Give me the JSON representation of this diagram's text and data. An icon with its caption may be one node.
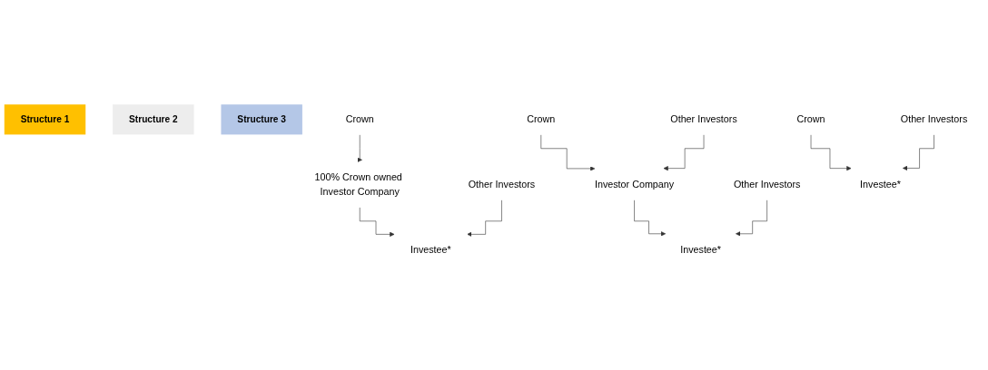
{
  "diagram": {
    "nodes": [
      {
        "text": [
          "Structure 1"
        ]
      },
      {
        "text": [
          "Structure 2"
        ]
      },
      {
        "text": [
          "Structure 3"
        ]
      },
      {
        "text": [
          "Crown"
        ]
      },
      {
        "text": [
          "100% Crown owned Investor Company"
        ]
      },
      {
        "text": [
          "Other Investors"
        ]
      },
      {
        "text": [
          "Investee*"
        ]
      },
      {
        "text": [
          "Crown"
        ]
      },
      {
        "text": [
          "Other Investors"
        ]
      },
      {
        "text": [
          "Investor Company"
        ]
      },
      {
        "text": [
          "Other Investors"
        ]
      },
      {
        "text": [
          "Investee*"
        ]
      },
      {
        "text": [
          "Crown"
        ]
      },
      {
        "text": [
          "Other Investors"
        ]
      },
      {
        "text": [
          "Investee*"
        ]
      }
    ],
    "edges": [
      {
        "from": 3,
        "to": 4,
        "arrow": "to"
      },
      {
        "from": 4,
        "to": 6,
        "arrow": "to"
      },
      {
        "from": 5,
        "to": 6,
        "arrow": "to"
      },
      {
        "from": 7,
        "to": 9,
        "arrow": "to"
      },
      {
        "from": 8,
        "to": 9,
        "arrow": "to"
      },
      {
        "from": 9,
        "to": 11,
        "arrow": "to"
      },
      {
        "from": 10,
        "to": 11,
        "arrow": "to"
      },
      {
        "from": 12,
        "to": 14,
        "arrow": "to"
      },
      {
        "from": 13,
        "to": 14,
        "arrow": "to"
      }
    ]
  }
}
